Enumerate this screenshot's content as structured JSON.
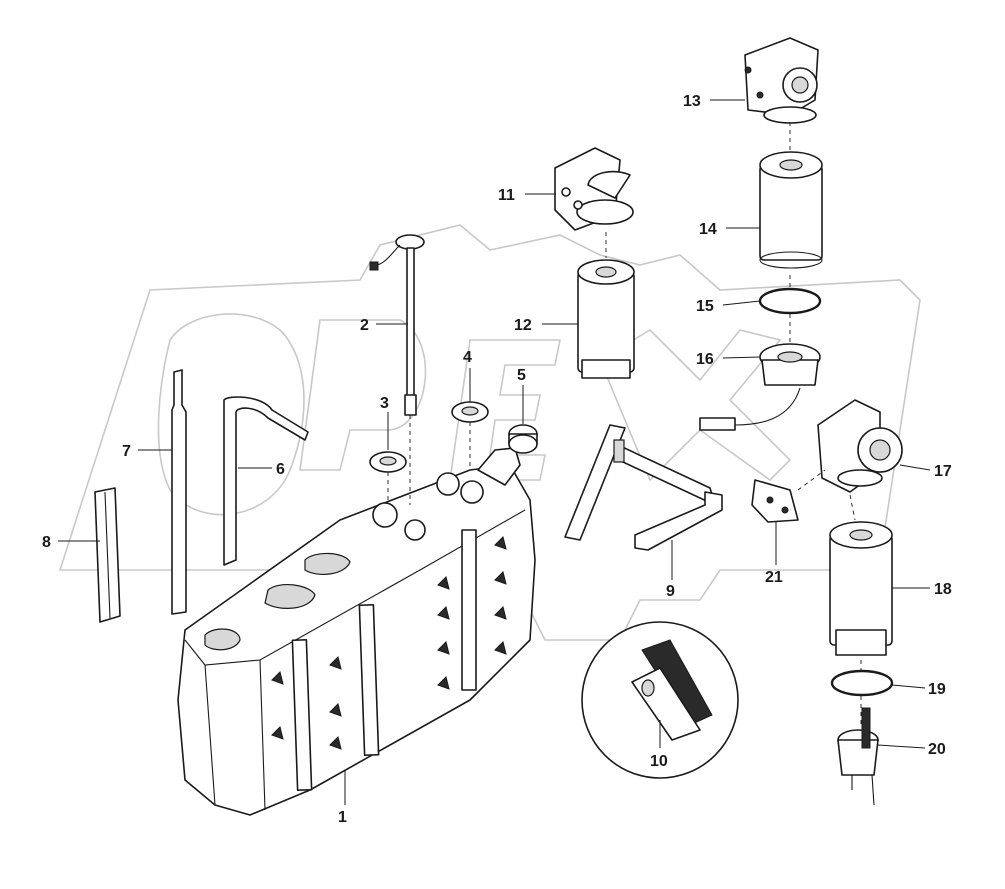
{
  "diagram": {
    "type": "exploded-parts-view",
    "callouts": [
      "1",
      "2",
      "3",
      "4",
      "5",
      "6",
      "7",
      "8",
      "9",
      "10",
      "11",
      "12",
      "13",
      "14",
      "15",
      "16",
      "17",
      "18",
      "19",
      "20",
      "21"
    ]
  },
  "colors": {
    "line": "#1a1a1a",
    "watermark": "#c8c8c8",
    "background": "#ffffff"
  }
}
